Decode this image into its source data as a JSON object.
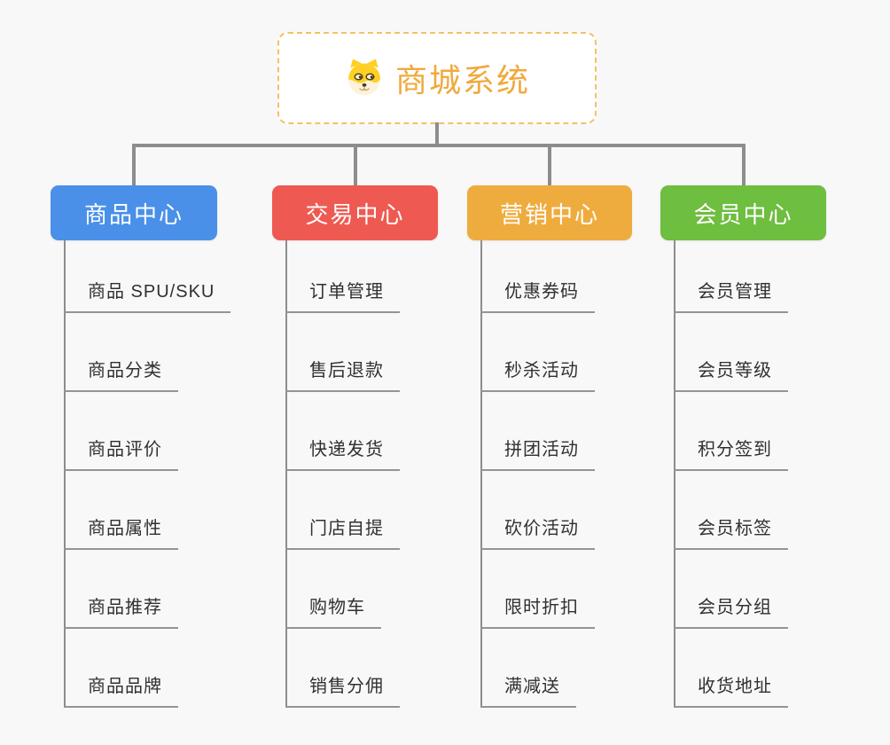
{
  "root": {
    "title": "商城系统",
    "icon": "dog-face-icon"
  },
  "branches": [
    {
      "label": "商品中心",
      "color": "#4a90e8",
      "items": [
        "商品 SPU/SKU",
        "商品分类",
        "商品评价",
        "商品属性",
        "商品推荐",
        "商品品牌"
      ]
    },
    {
      "label": "交易中心",
      "color": "#ee5a52",
      "items": [
        "订单管理",
        "售后退款",
        "快递发货",
        "门店自提",
        "购物车",
        "销售分佣"
      ]
    },
    {
      "label": "营销中心",
      "color": "#efac3e",
      "items": [
        "优惠券码",
        "秒杀活动",
        "拼团活动",
        "砍价活动",
        "限时折扣",
        "满减送"
      ]
    },
    {
      "label": "会员中心",
      "color": "#6ebe3f",
      "items": [
        "会员管理",
        "会员等级",
        "积分签到",
        "会员标签",
        "会员分组",
        "收货地址"
      ]
    }
  ],
  "colors": {
    "background": "#f8f8f8",
    "connector": "#8d8d8d",
    "leaf_underline": "#949494",
    "leaf_text": "#303030",
    "root_border": "#f6c065",
    "root_text": "#f0a93c",
    "header_text": "#ffffff"
  }
}
